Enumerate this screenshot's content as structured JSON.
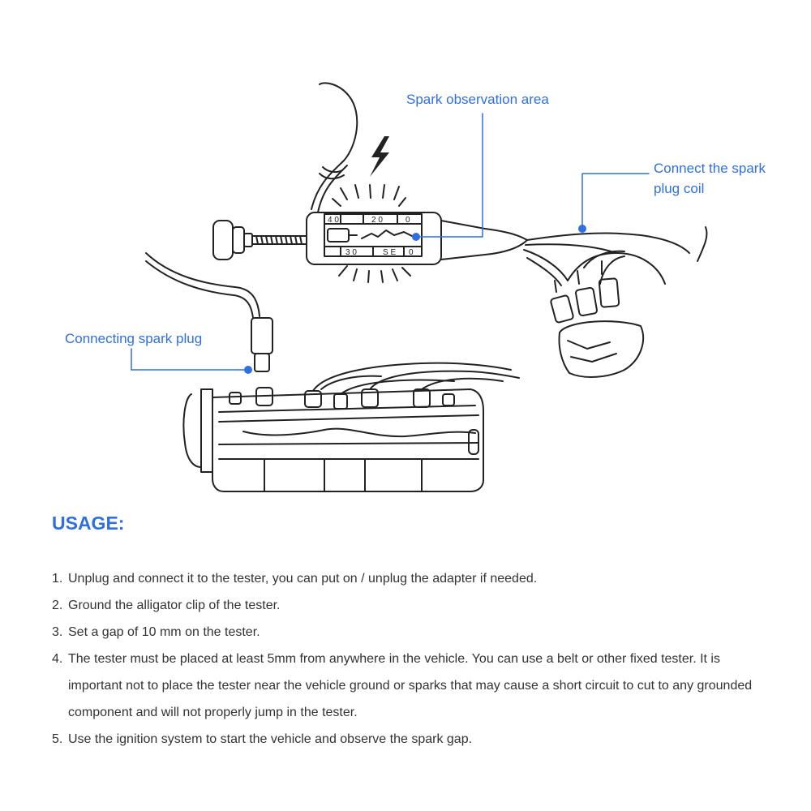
{
  "callouts": {
    "spark_observation": "Spark observation area",
    "spark_plug_coil": [
      "Connect the spark",
      "plug coil"
    ],
    "spark_plug": "Connecting spark plug"
  },
  "usage": {
    "title": "USAGE:",
    "steps": [
      {
        "num": "1.",
        "text": "Unplug and connect it to the tester, you can put on / unplug the adapter if needed."
      },
      {
        "num": "2.",
        "text": "Ground the alligator clip of the tester."
      },
      {
        "num": "3.",
        "text": "Set a gap of 10 mm on the tester."
      },
      {
        "num": "4.",
        "text": "The tester must be placed at least 5mm from anywhere in the vehicle. You can use a belt or other fixed tester. It is important not to place the tester near the vehicle ground or sparks that may cause a short circuit to cut to any grounded component and will not properly jump in the tester."
      },
      {
        "num": "5.",
        "text": "Use the ignition system to start the vehicle and observe the spark gap."
      }
    ]
  },
  "tester_scale": {
    "top_labels": [
      "4 0",
      "2 0",
      "0"
    ],
    "bottom_labels": [
      "3 0",
      "S E",
      "0"
    ]
  },
  "colors": {
    "accent": "#2f6fe0",
    "line": "#222222",
    "text": "#333333"
  },
  "icons": [
    "lightning-bolt-icon"
  ]
}
